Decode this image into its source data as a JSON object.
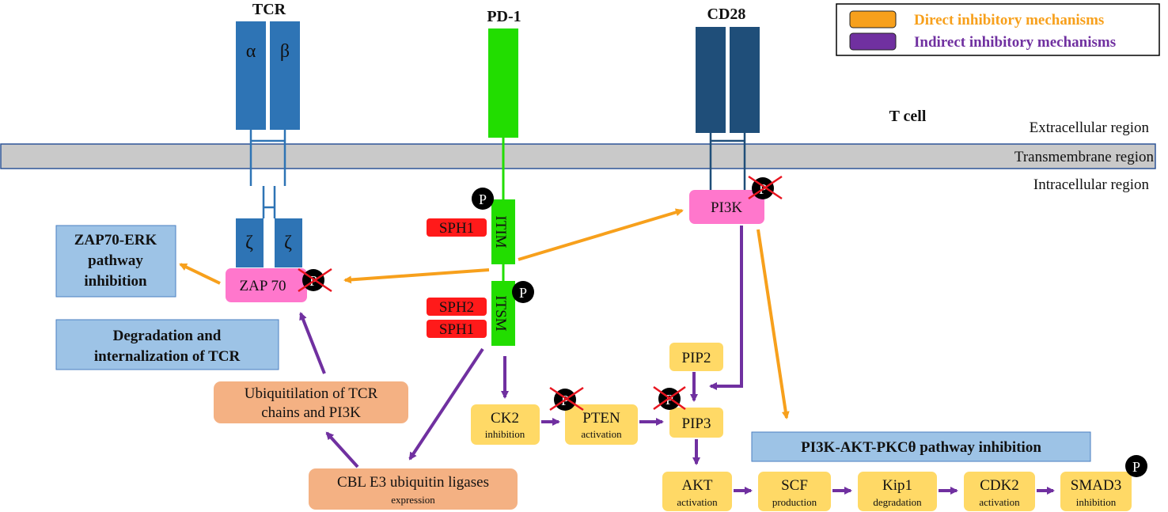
{
  "colors": {
    "direct": "#f7a01c",
    "indirect": "#7030a0",
    "tcr": "#2e74b5",
    "cd28": "#1f4e79",
    "pd1": "#22dd00",
    "pink": "#ff77cc",
    "yellow": "#ffd966",
    "salmon": "#f4b183",
    "outcome": "#9dc3e6",
    "sph": "#ff1a1a",
    "membrane": "#c9c9c9"
  },
  "legend": {
    "direct": "Direct inhibitory mechanisms",
    "indirect": "Indirect inhibitory mechanisms"
  },
  "cell_label": "T cell",
  "regions": {
    "extracellular": "Extracellular region",
    "transmembrane": "Transmembrane region",
    "intracellular": "Intracellular region"
  },
  "receptors": {
    "tcr": {
      "title": "TCR",
      "alpha": "α",
      "beta": "β",
      "zeta1": "ζ",
      "zeta2": "ζ"
    },
    "pd1": {
      "title": "PD-1",
      "itim": "ITIM",
      "itsm": "ITSM"
    },
    "cd28": {
      "title": "CD28"
    }
  },
  "phospho": "P",
  "nodes": {
    "pi3k": "PI3K",
    "zap70": "ZAP 70",
    "sph1_top": "SPH1",
    "sph2": "SPH2",
    "sph1_bottom": "SPH1",
    "pip2": "PIP2",
    "pip3": "PIP3",
    "ck2": {
      "name": "CK2",
      "sub": "inhibition"
    },
    "pten": {
      "name": "PTEN",
      "sub": "activation"
    },
    "akt": {
      "name": "AKT",
      "sub": "activation"
    },
    "scf": {
      "name": "SCF",
      "sub": "production"
    },
    "kip1": {
      "name": "Kip1",
      "sub": "degradation"
    },
    "cdk2": {
      "name": "CDK2",
      "sub": "activation"
    },
    "smad3": {
      "name": "SMAD3",
      "sub": "inhibition"
    },
    "ubiq": {
      "line1": "Ubiquitilation of TCR",
      "line2": "chains and PI3K"
    },
    "cbl": {
      "name": "CBL E3 ubiquitin ligases",
      "sub": "expression"
    }
  },
  "outcomes": {
    "zap70_erk": {
      "line1": "ZAP70-ERK",
      "line2": "pathway",
      "line3": "inhibition"
    },
    "degradation": {
      "line1": "Degradation and",
      "line2": "internalization of TCR"
    },
    "pi3k_akt": "PI3K-AKT-PKCθ pathway inhibition"
  }
}
